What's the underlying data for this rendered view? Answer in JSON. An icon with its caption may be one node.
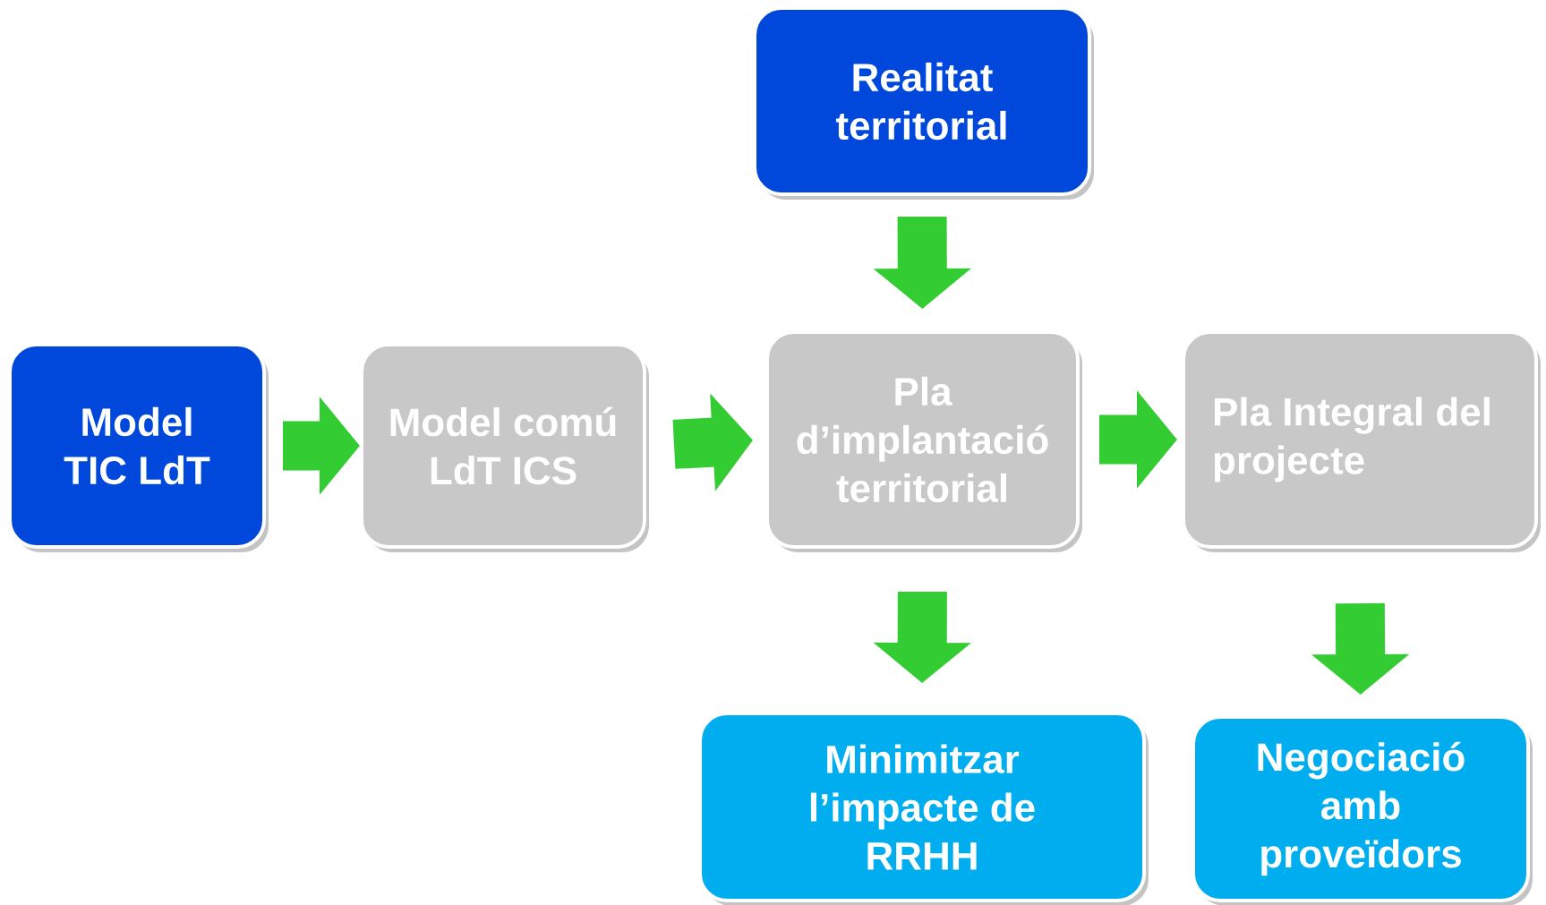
{
  "diagram": {
    "nodes": [
      {
        "text": [
          "Model TIC LdT"
        ]
      },
      {
        "text": [
          "Model comú LdT ICS"
        ]
      },
      {
        "text": [
          "Realitat territorial"
        ]
      },
      {
        "text": [
          "Pla d’implantació territorial"
        ]
      },
      {
        "text": [
          "Pla Integral del projecte"
        ]
      },
      {
        "text": [
          "Minimitzar l’impacte de RRHH"
        ]
      },
      {
        "text": [
          "Negociació amb proveïdors"
        ]
      }
    ],
    "edges": [
      {
        "from": 0,
        "to": 1,
        "arrow": "to"
      },
      {
        "from": 1,
        "to": 3,
        "arrow": "to"
      },
      {
        "from": 2,
        "to": 3,
        "arrow": "to"
      },
      {
        "from": 3,
        "to": 4,
        "arrow": "to"
      },
      {
        "from": 3,
        "to": 5,
        "arrow": "to"
      },
      {
        "from": 4,
        "to": 6,
        "arrow": "to"
      }
    ]
  }
}
